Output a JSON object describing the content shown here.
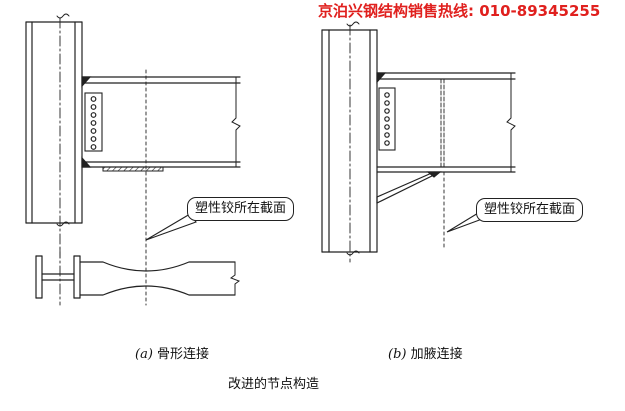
{
  "watermark": {
    "text": "京泊兴钢结构销售热线: 010-89345255",
    "color": "#e0201e"
  },
  "diagram_a": {
    "callout": "塑性铰所在截面",
    "caption_tag": "(a)",
    "caption_text": "骨形连接"
  },
  "diagram_b": {
    "callout": "塑性铰所在截面",
    "caption_tag": "(b)",
    "caption_text": "加腋连接"
  },
  "figure_title": "改进的节点构造"
}
